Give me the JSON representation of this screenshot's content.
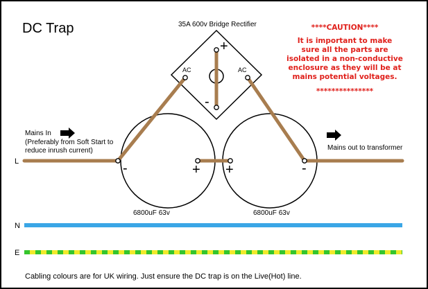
{
  "title": "DC Trap",
  "rectifier_label": "35A 600v Bridge Rectifier",
  "caution": {
    "heading": "****CAUTION****",
    "lines": [
      "It is important to make",
      "sure all the parts are",
      "isolated in a non-conductive",
      "enclosure as they will be at",
      "mains potential voltages."
    ],
    "footer": "***************"
  },
  "mains_in": [
    "Mains In",
    "(Preferably from Soft Start to",
    "reduce inrush current)"
  ],
  "mains_out": "Mains out to transformer",
  "capacitor_left_label": "6800uF 63v",
  "capacitor_right_label": "6800uF 63v",
  "rectifier_terminals": {
    "ac_left": "AC",
    "ac_right": "AC",
    "plus": "+",
    "minus": "-"
  },
  "capacitor_terminals": {
    "left_minus": "-",
    "left_plus": "+",
    "right_plus": "+",
    "right_minus": "-"
  },
  "wire_labels": {
    "live": "L",
    "neutral": "N",
    "earth": "E"
  },
  "footnote": "Cabling colours are for UK wiring. Just ensure the DC trap is on the Live(Hot) line.",
  "colors": {
    "live": "#a87d4f",
    "neutral": "#3aa6e6",
    "earth_green": "#35c52d",
    "earth_yellow": "#f1ea2b",
    "caution": "#e0201b"
  }
}
